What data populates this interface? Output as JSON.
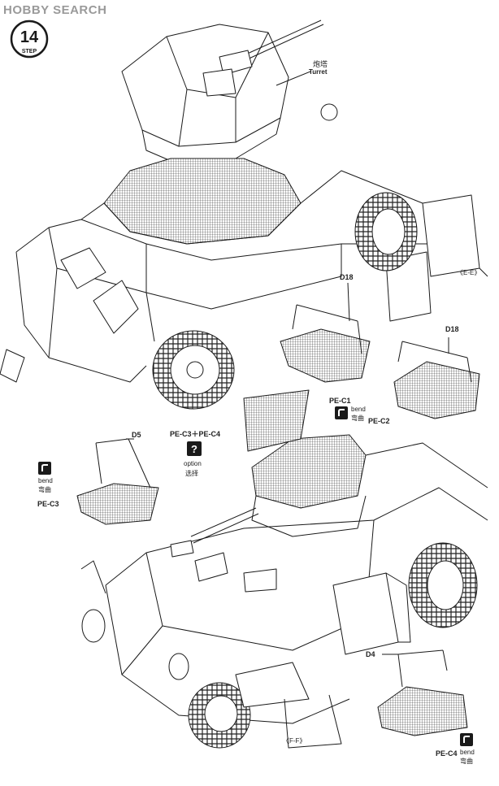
{
  "header": {
    "logo_text": "HOBBY SEARCH"
  },
  "step": {
    "number": "14",
    "label": "STEP"
  },
  "labels": {
    "turret_cn": "炮塔",
    "turret_en": "Turret",
    "ee": "《E-E》",
    "ff": "《F-F》",
    "d18_a": "D18",
    "d18_b": "D18",
    "d5": "D5",
    "d4": "D4",
    "pe_c1": "PE-C1",
    "pe_c2": "PE-C2",
    "pe_c3": "PE-C3",
    "pe_c4": "PE-C4",
    "option_combo": "PE-C3＋PE-C4",
    "option_en": "option",
    "option_cn": "选择",
    "bend_en_1": "bend",
    "bend_cn_1": "弯曲",
    "bend_en_2": "bend",
    "bend_cn_2": "弯曲",
    "bend_en_3": "bend",
    "bend_cn_3": "弯曲"
  },
  "colors": {
    "ink": "#1a1a1a",
    "paper": "#ffffff",
    "logo": "#9a9a9a"
  }
}
